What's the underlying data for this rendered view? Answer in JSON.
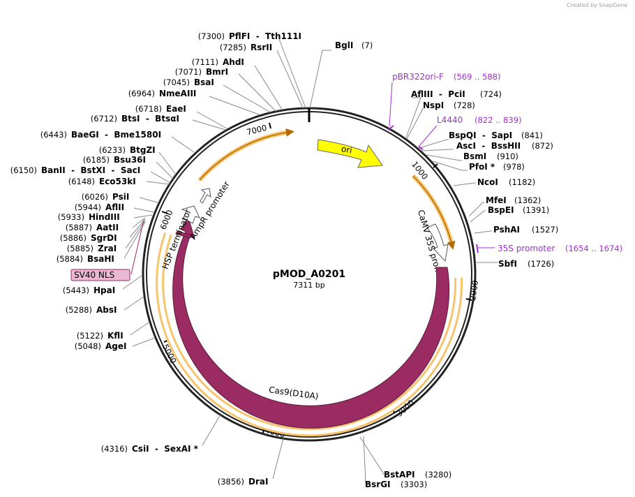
{
  "credit": {
    "prefix": "Created by",
    "brand": "SnapGene"
  },
  "plasmid": {
    "name": "pMOD_A0201",
    "size_label": "7311 bp",
    "length": 7311
  },
  "ticks": [
    "1000",
    "2000",
    "3000",
    "4000",
    "5000",
    "6000",
    "7000"
  ],
  "features": [
    {
      "name": "ori",
      "label": "ori"
    },
    {
      "name": "camv-35s-promoter",
      "label": "CaMV 35S promoter"
    },
    {
      "name": "cas9",
      "label": "Cas9(D10A)"
    },
    {
      "name": "hsp-terminator",
      "label": "HSP terminator"
    },
    {
      "name": "ampr-promoter",
      "label": "AmpR promoter"
    },
    {
      "name": "sv40-nls",
      "label": "SV40 NLS"
    }
  ],
  "primers": [
    {
      "name": "pbr322ori-f",
      "label": "pBR322ori-F",
      "range": "(569 .. 588)"
    },
    {
      "name": "l4440",
      "label": "L4440",
      "range": "(822 .. 839)"
    },
    {
      "name": "35s-promoter",
      "label": "35S promoter",
      "range": "(1654 .. 1674)"
    }
  ],
  "sites_right": [
    {
      "name": "bgli",
      "label": "BglI",
      "pos": "(7)"
    },
    {
      "name": "afliii-pcii",
      "label": "AflIII  -  PciI",
      "pos": "(724)"
    },
    {
      "name": "nspi",
      "label": "NspI",
      "pos": "(728)"
    },
    {
      "name": "bspqi-sapi",
      "label": "BspQI  -  SapI",
      "pos": "(841)"
    },
    {
      "name": "asci-bsshii",
      "label": "AscI  -  BssHII",
      "pos": "(872)"
    },
    {
      "name": "bsmi",
      "label": "BsmI",
      "pos": "(910)"
    },
    {
      "name": "pfoi",
      "label": "PfoI *",
      "pos": "(978)"
    },
    {
      "name": "ncoi",
      "label": "NcoI",
      "pos": "(1182)"
    },
    {
      "name": "mfei",
      "label": "MfeI",
      "pos": "(1362)"
    },
    {
      "name": "bspei",
      "label": "BspEI",
      "pos": "(1391)"
    },
    {
      "name": "pshai",
      "label": "PshAI",
      "pos": "(1527)"
    },
    {
      "name": "sbfi",
      "label": "SbfI",
      "pos": "(1726)"
    },
    {
      "name": "bstapi",
      "label": "BstAPI",
      "pos": "(3280)"
    },
    {
      "name": "bsrgi",
      "label": "BsrGI",
      "pos": "(3303)"
    }
  ],
  "sites_left": [
    {
      "name": "pflfi-tth111i",
      "label": "PflFI  -  Tth111I",
      "pos": "(7300)"
    },
    {
      "name": "rsrii",
      "label": "RsrII",
      "pos": "(7285)"
    },
    {
      "name": "ahdi",
      "label": "AhdI",
      "pos": "(7111)"
    },
    {
      "name": "bmri",
      "label": "BmrI",
      "pos": "(7071)"
    },
    {
      "name": "bsai",
      "label": "BsaI",
      "pos": "(7045)"
    },
    {
      "name": "nmeaiii",
      "label": "NmeAIII",
      "pos": "(6964)"
    },
    {
      "name": "eaei",
      "label": "EaeI",
      "pos": "(6718)"
    },
    {
      "name": "btsi-btsai",
      "label": "BtsI  -  BtsαI",
      "pos": "(6712)"
    },
    {
      "name": "baegi-bme1580i",
      "label": "BaeGI  -  Bme1580I",
      "pos": "(6443)"
    },
    {
      "name": "btgzi",
      "label": "BtgZI",
      "pos": "(6233)"
    },
    {
      "name": "bsu36i",
      "label": "Bsu36I",
      "pos": "(6185)"
    },
    {
      "name": "banii-bstxi-saci",
      "label": "BanII  -  BstXI  -  SacI",
      "pos": "(6150)"
    },
    {
      "name": "eco53ki",
      "label": "Eco53kI",
      "pos": "(6148)"
    },
    {
      "name": "psii",
      "label": "PsiI",
      "pos": "(6026)"
    },
    {
      "name": "aflii",
      "label": "AflII",
      "pos": "(5944)"
    },
    {
      "name": "hindiii",
      "label": "HindIII",
      "pos": "(5933)"
    },
    {
      "name": "aatii",
      "label": "AatII",
      "pos": "(5887)"
    },
    {
      "name": "sgrdi",
      "label": "SgrDI",
      "pos": "(5886)"
    },
    {
      "name": "zrai",
      "label": "ZraI",
      "pos": "(5885)"
    },
    {
      "name": "bsahi",
      "label": "BsaHI",
      "pos": "(5884)"
    },
    {
      "name": "hpai",
      "label": "HpaI",
      "pos": "(5443)"
    },
    {
      "name": "absi",
      "label": "AbsI",
      "pos": "(5288)"
    },
    {
      "name": "kfli",
      "label": "KflI",
      "pos": "(5122)"
    },
    {
      "name": "agei",
      "label": "AgeI",
      "pos": "(5048)"
    },
    {
      "name": "csii-sexai",
      "label": "CsiI  -  SexAI *",
      "pos": "(4316)"
    },
    {
      "name": "drai",
      "label": "DraI",
      "pos": "(3856)"
    }
  ],
  "colors": {
    "ori": "#ffff00",
    "cas9": "#9b2c63",
    "highlight": "#f7c46c",
    "primer": "#a62bd8",
    "nls_fill": "#e8b9d2",
    "nls_stroke": "#9b2c63"
  }
}
